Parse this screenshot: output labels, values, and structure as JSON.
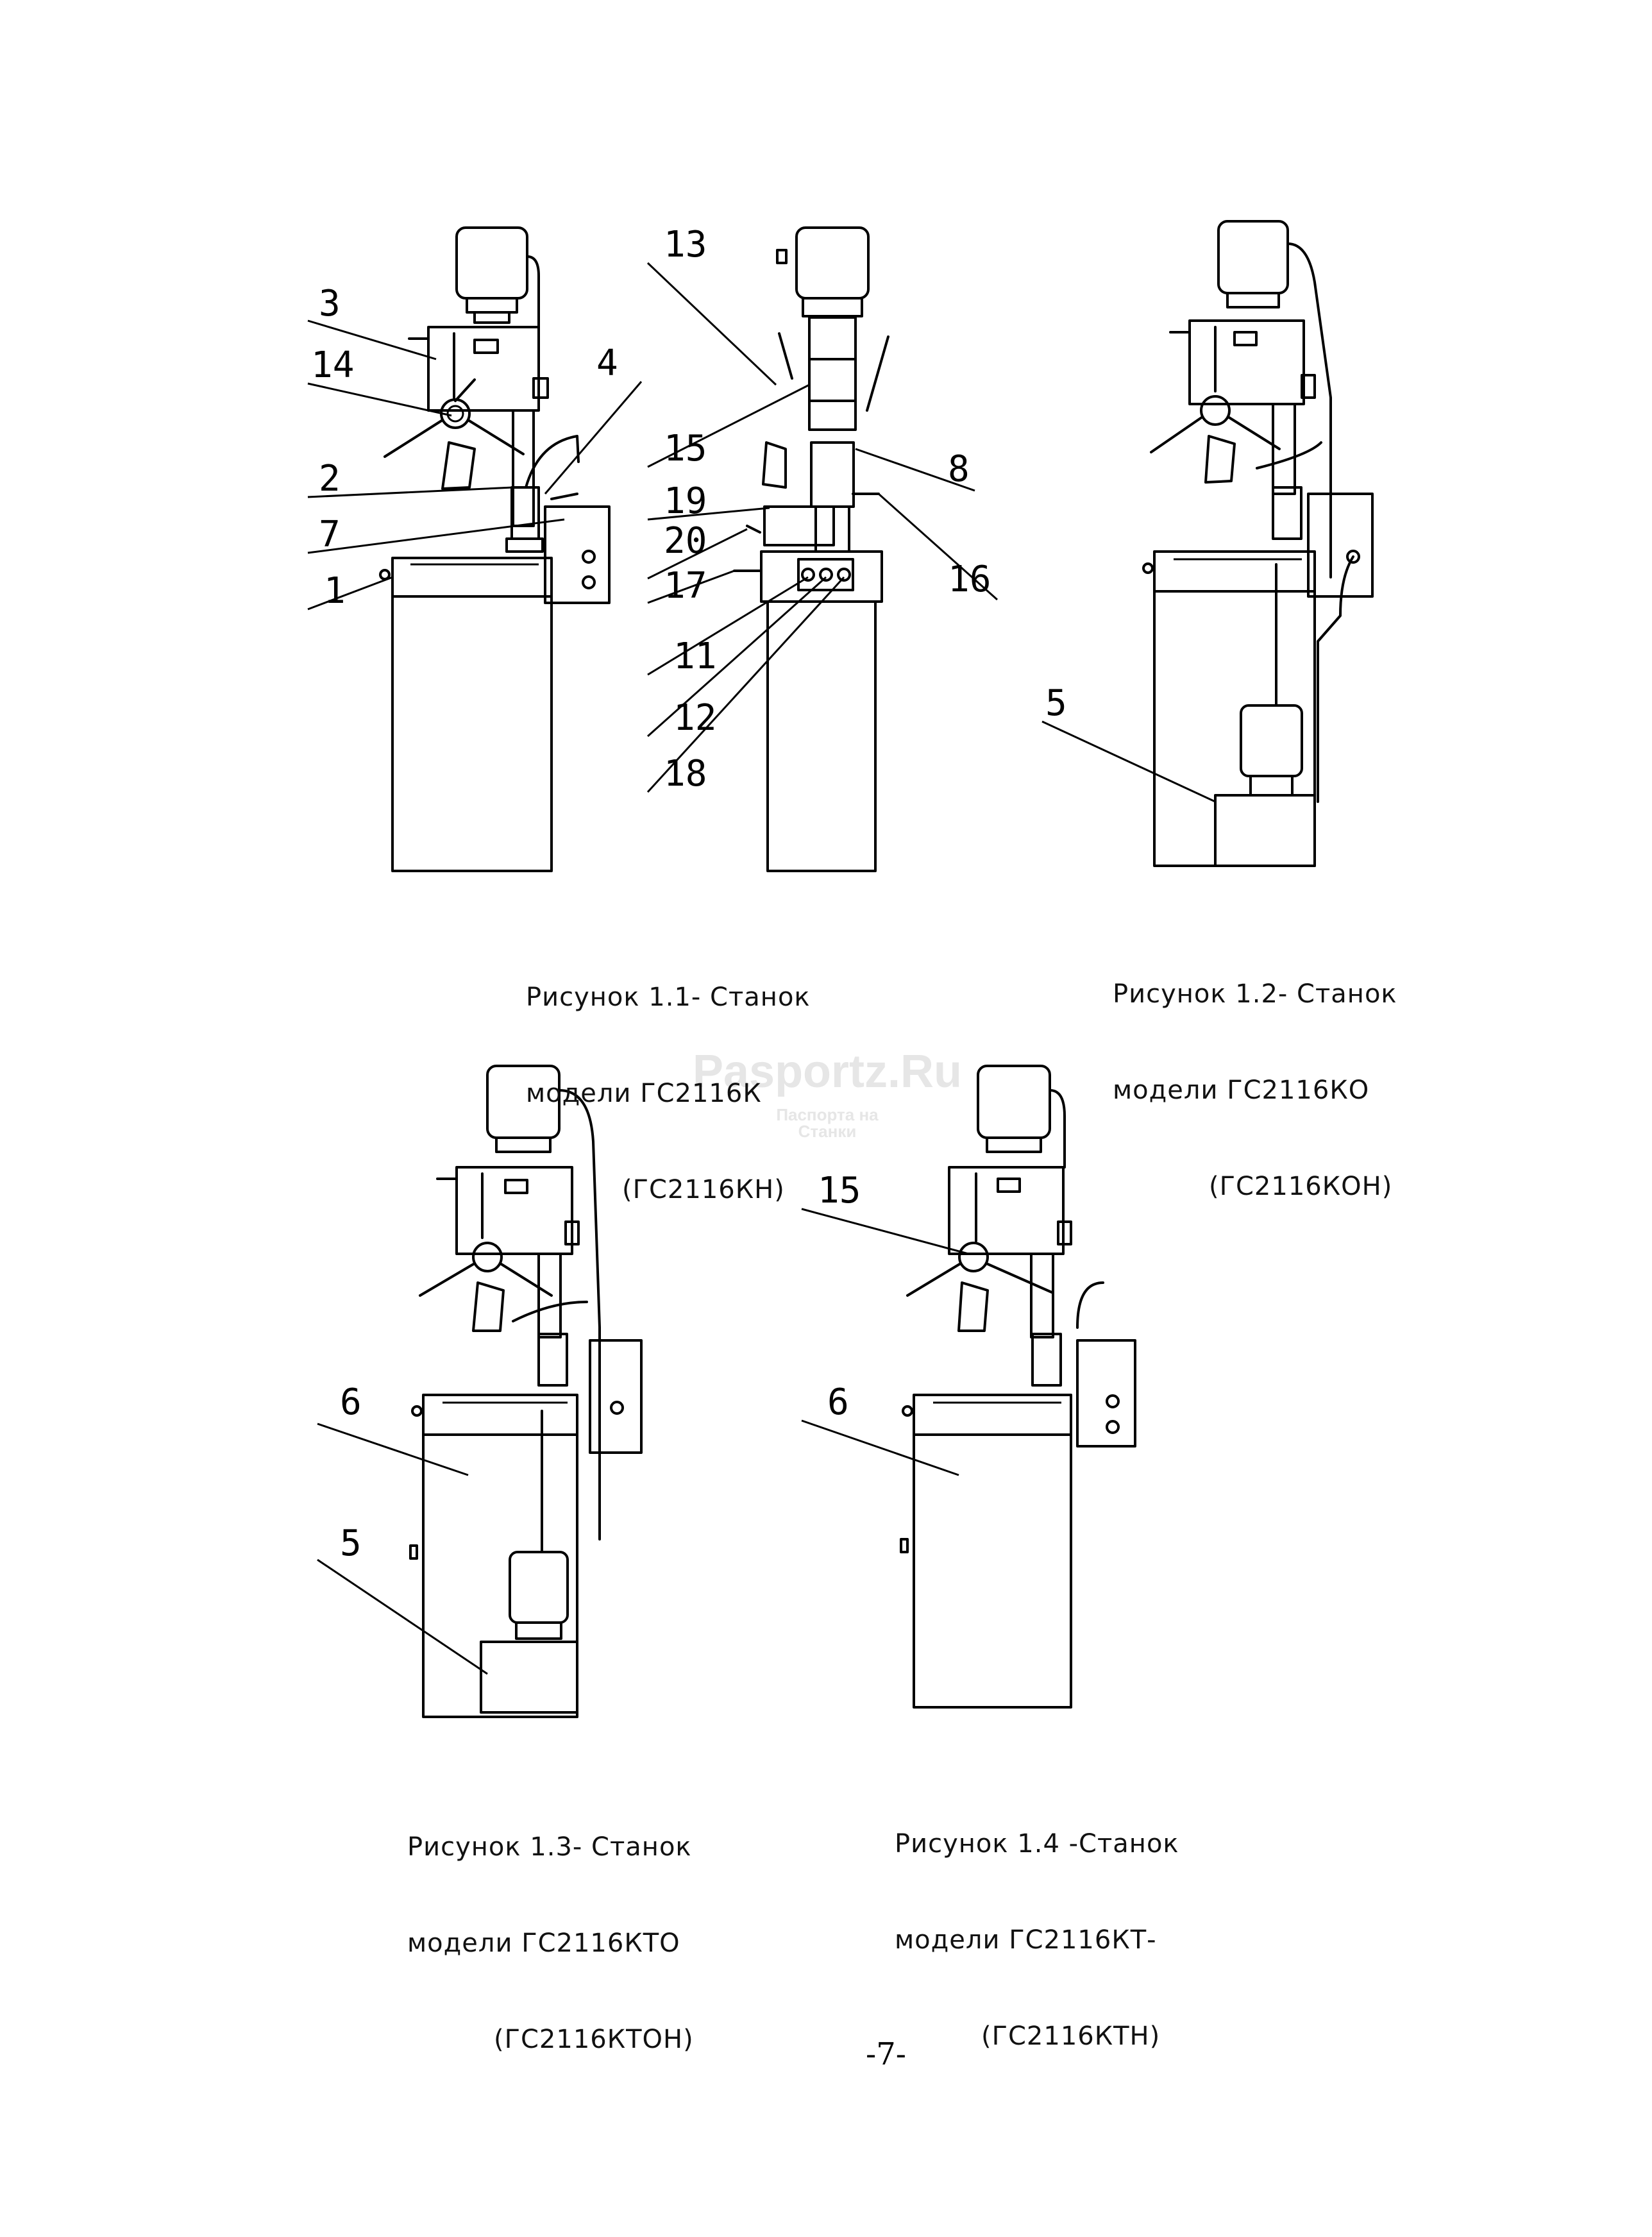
{
  "figures": [
    {
      "caption_line1": "Рисунок 1.1- Станок",
      "caption_line2": "модели ГС2116К",
      "caption_line3": "(ГС2116КН)"
    },
    {
      "caption_line1": "Рисунок 1.2- Станок",
      "caption_line2": "модели ГС2116КО",
      "caption_line3": "(ГС2116КОН)"
    },
    {
      "caption_line1": "Рисунок 1.3- Станок",
      "caption_line2": "модели ГС2116КТО",
      "caption_line3": "(ГС2116КТОН)"
    },
    {
      "caption_line1": "Рисунок 1.4 -Станок",
      "caption_line2": "модели ГС2116КТ-",
      "caption_line3": "(ГС2116КТН)"
    }
  ],
  "callouts": {
    "fig1": [
      "3",
      "14",
      "4",
      "2",
      "7",
      "1"
    ],
    "fig1b": [
      "13",
      "15",
      "8",
      "19",
      "20",
      "16",
      "17",
      "11",
      "12",
      "18"
    ],
    "fig2": [
      "5"
    ],
    "fig3": [
      "6",
      "5"
    ],
    "fig4": [
      "15",
      "6"
    ]
  },
  "watermark": {
    "title": "Pasportz.Ru",
    "subtitle_line1": "Паспорта на",
    "subtitle_line2": "Станки"
  },
  "page_number": "-7-"
}
